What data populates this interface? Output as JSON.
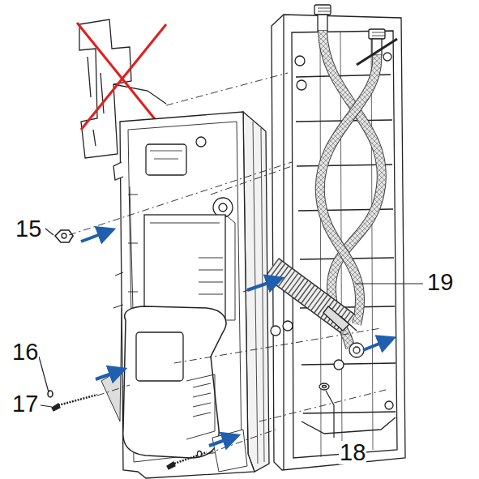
{
  "diagram": {
    "labels": [
      "15",
      "16",
      "17",
      "18",
      "19"
    ]
  }
}
